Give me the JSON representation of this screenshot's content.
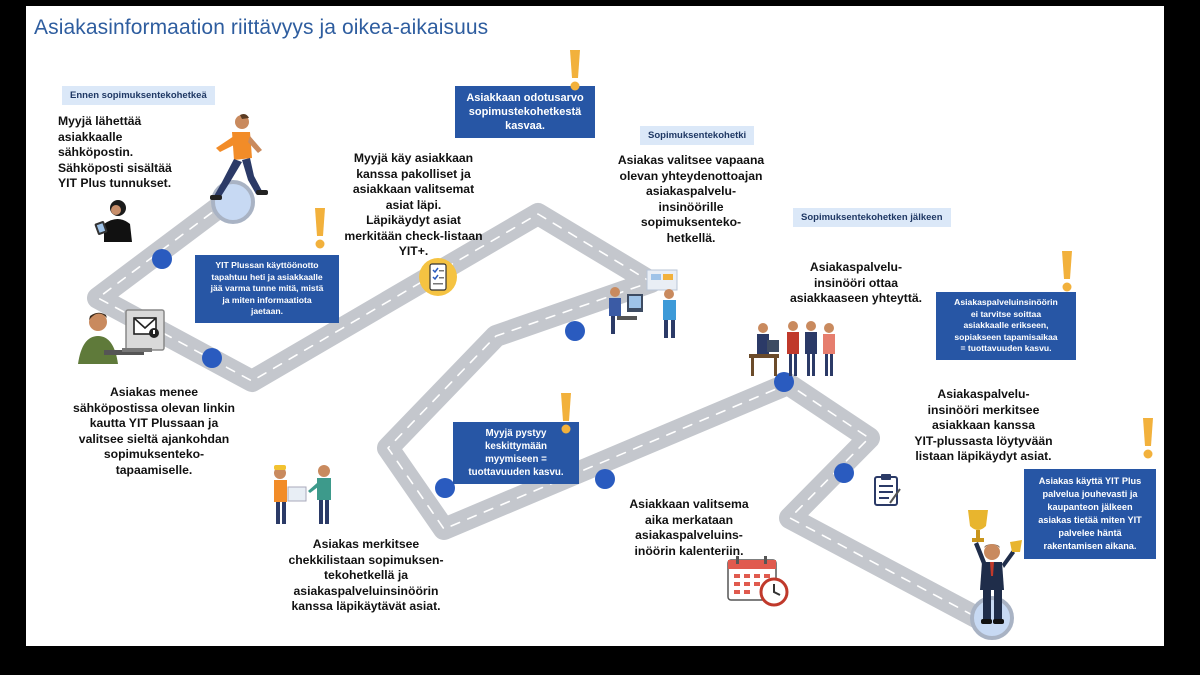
{
  "title": "Asiakasinformaation riittävyys ja oikea-aikaisuus",
  "phases": {
    "before": "Ennen sopimuksentekohetkeä",
    "moment": "Sopimuksentekohetki",
    "after": "Sopimuksentekohetken jälkeen"
  },
  "steps": {
    "seller_sends": "Myyjä lähettää\nasiakkaalle\nsähköpostin.\nSähköposti sisältää\nYIT Plus tunnukset.",
    "customer_link": "Asiakas menee\nsähköpostissa olevan linkin\nkautta YIT Plussaan ja\nvalitsee sieltä ajankohdan\nsopimuksenteko-\ntapaamiselle.",
    "seller_reviews": "Myyjä käy asiakkaan\nkanssa pakolliset ja\nasiakkaan valitsemat\nasiat läpi.\nLäpikäydyt asiat\nmerkitään check-listaan\nYIT+.",
    "customer_checklist": "Asiakas merkitsee\nchekkilistaan sopimuksen-\ntekohetkellä ja\nasiakaspalveluinsinöörin\nkanssa läpikäytävät asiat.",
    "customer_selects": "Asiakas valitsee vapaana\nolevan yhteydenottoajan\nasiakaspalvelu-\ninsinöörille\nsopimuksenteko-\nhetkellä.",
    "time_recorded": "Asiakkaan valitsema\naika merkataan\nasiakaspalveluins-\ninöörin kalenteriin.",
    "engineer_contacts": "Asiakaspalvelu-\ninsinööri ottaa\nasiakkaaseen yhteyttä.",
    "engineer_marks": "Asiakaspalvelu-\ninsinööri merkitsee\nasiakkaan kanssa\nYIT-plussasta löytyvään\nlistaan läpikäydyt asiat."
  },
  "notes": {
    "expectation": "Asiakkaan odotusarvo\nsopimustekohetkestä\nkasvaa.",
    "adoption": "YIT Plussan käyttöönotto\ntapahtuu heti ja asiakkaalle\njää varma tunne mitä, mistä\nja miten informaatiota\njaetaan.",
    "focus": "Myyjä pystyy\nkeskittymään\nmyymiseen =\ntuottavuuden kasvu.",
    "no_call": "Asiakaspalveluinsinöörin\nei tarvitse soittaa\nasiakkaalle erikseen,\nsopiakseen tapamisaikaa\n= tuottavuuden kasvu.",
    "smooth": "Asiakas käyttä YIT Plus\npalvelua jouhevasti ja\nkaupanteon jälkeen\nasiakas tietää miten YIT\npalvelee häntä\nrakentamisen aikana."
  },
  "colors": {
    "title": "#2e5d9f",
    "note_bg": "#2756a5",
    "phase_bg": "#dbe8f8",
    "road": "#c4c7cd",
    "dot": "#2a5bbf",
    "exclamation": "#f2b13c"
  },
  "icons": [
    "person-walking-icon",
    "phone-user-icon",
    "email-icon",
    "computer-user-icon",
    "checklist-phone-icon",
    "workers-icon",
    "office-team-icon",
    "meeting-team-icon",
    "calendar-clock-icon",
    "clipboard-icon",
    "trophy-winner-icon",
    "exclamation-icon"
  ]
}
